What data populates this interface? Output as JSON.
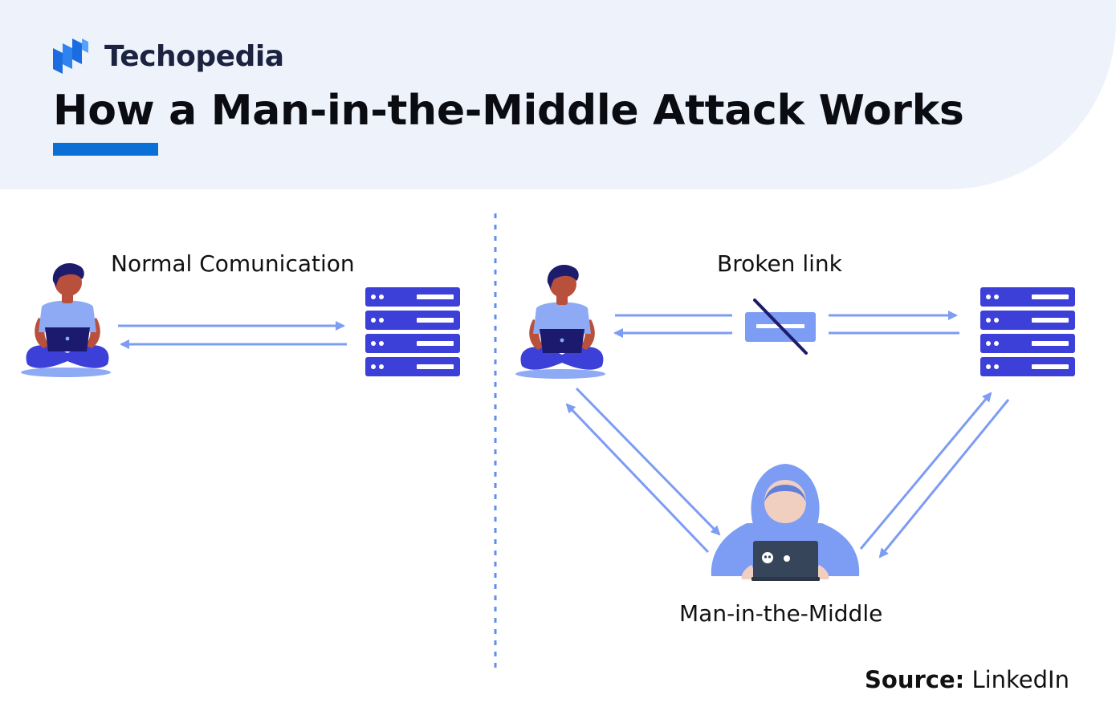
{
  "brand": {
    "name": "Techopedia",
    "logo_icon": "techopedia-logo-icon",
    "accent_color": "#0b70d6"
  },
  "title": "How a Man-in-the-Middle Attack Works",
  "panels": {
    "normal": {
      "label": "Normal Comunication",
      "nodes": [
        "person-laptop-icon",
        "server-icon"
      ]
    },
    "attack": {
      "link_label": "Broken link",
      "attacker_label": "Man-in-the-Middle",
      "nodes": [
        "person-laptop-icon",
        "broken-link-icon",
        "server-icon",
        "hacker-icon"
      ]
    }
  },
  "source": {
    "prefix": "Source:",
    "name": "LinkedIn"
  },
  "colors": {
    "arrow": "#7d9cf3",
    "server": "#3d3fd9",
    "person_shirt": "#8eaaf5",
    "laptop": "#1c1a6e",
    "skin": "#b8503c",
    "hair": "#1d1b6b",
    "hoodie": "#7d9cf3",
    "divider": "#5d8ff0"
  }
}
